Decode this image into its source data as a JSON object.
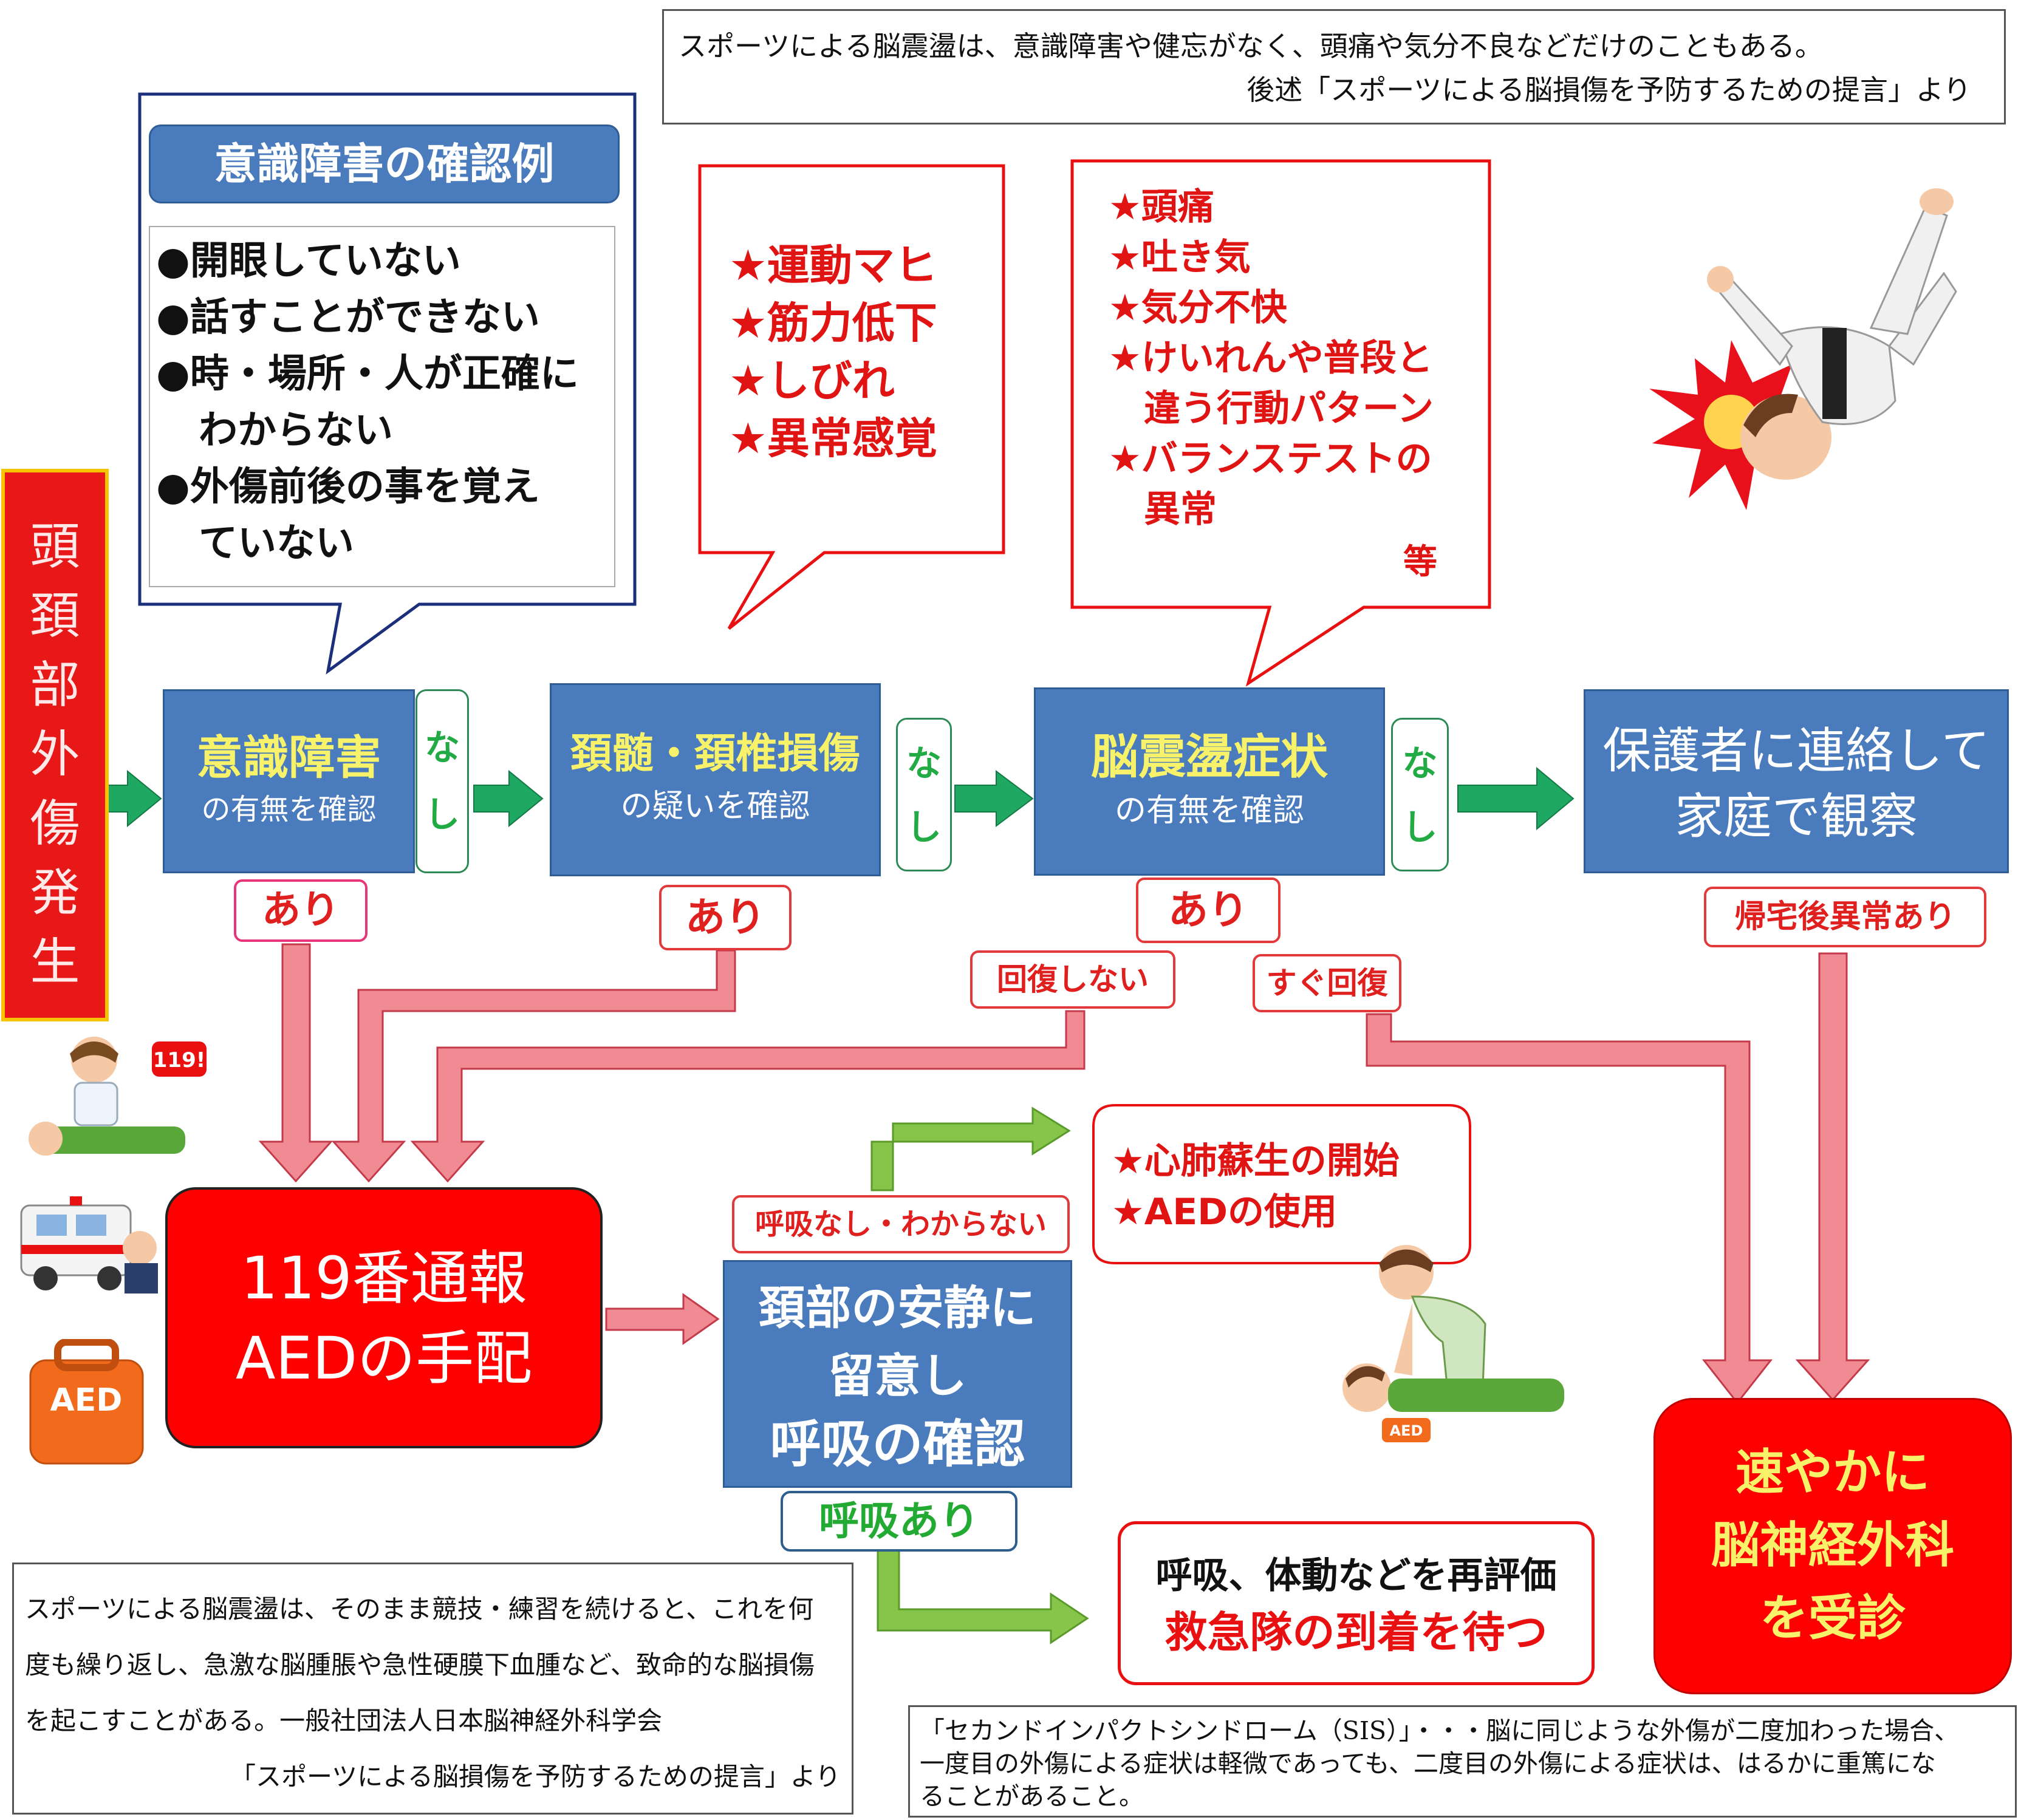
{
  "top_note": {
    "line1": "スポーツによる脳震盪は、意識障害や健忘がなく、頭痛や気分不良などだけのこともある。",
    "line2": "後述「スポーツによる脳損傷を予防するための提言」より"
  },
  "start": {
    "label": "頭頚部外傷発生"
  },
  "consciousness_examples": {
    "title": "意識障害の確認例",
    "items": [
      "●開眼していない",
      "●話すことができない",
      "●時・場所・人が正確に",
      "わからない",
      "●外傷前後の事を覚え",
      "ていない"
    ]
  },
  "spinal_symptoms": [
    "★運動マヒ",
    "★筋力低下",
    "★しびれ",
    "★異常感覚"
  ],
  "concussion_symptoms": {
    "items": [
      "★頭痛",
      "★吐き気",
      "★気分不快",
      "★けいれんや普段と",
      "違う行動パターン",
      "★バランステストの",
      "異常"
    ],
    "etc": "等"
  },
  "steps": {
    "consciousness": {
      "title": "意識障害",
      "sub": "の有無を確認"
    },
    "spinal": {
      "title": "頚髄・頚椎損傷",
      "sub": "の疑いを確認"
    },
    "concussion": {
      "title": "脳震盪症状",
      "sub": "の有無を確認"
    },
    "home": {
      "line1": "保護者に連絡して",
      "line2": "家庭で観察"
    }
  },
  "labels": {
    "nashi_top": "な",
    "nashi_bottom": "し",
    "ari": "あり",
    "not_recovered": "回復しない",
    "recovered": "すぐ回復",
    "abnormal_after_home": "帰宅後異常あり",
    "no_breathing": "呼吸なし・わからない",
    "breathing": "呼吸あり"
  },
  "emergency": {
    "line1": "119番通報",
    "line2": "AEDの手配"
  },
  "breath_check": {
    "line1": "頚部の安静に",
    "line2": "留意し",
    "line3": "呼吸の確認"
  },
  "cpr": {
    "line1": "★心肺蘇生の開始",
    "line2": "★AEDの使用"
  },
  "reassess": {
    "line1": "呼吸、体動などを再評価",
    "line2": "救急隊の到着を待つ"
  },
  "neurosurgery": {
    "line1": "速やかに",
    "line2": "脳神経外科",
    "line3": "を受診"
  },
  "bottom_left_note": {
    "lines": [
      "スポーツによる脳震盪は、そのまま競技・練習を続けると、これを何",
      "度も繰り返し、急激な脳腫脹や急性硬膜下血腫など、致命的な脳損傷",
      "を起こすことがある。一般社団法人日本脳神経外科学会"
    ],
    "source": "「スポーツによる脳損傷を予防するための提言」より"
  },
  "bottom_right_note": {
    "lines": [
      "「セカンドインパクトシンドローム（SIS）」・・・脳に同じような外傷が二度加わった場合、",
      "一度目の外傷による症状は軽微であっても、二度目の外傷による症状は、はるかに重篤にな",
      "ることがあること。"
    ]
  },
  "illustrations": {
    "phone_badge": "119!",
    "aed_label": "AED",
    "aed_small": "AED"
  },
  "colors": {
    "step_blue": "#4a7bbd",
    "alert_red": "#ff0000",
    "flow_green": "#22aa55",
    "pink_arrow": "#f08a93",
    "light_green_arrow": "#86c54a"
  }
}
